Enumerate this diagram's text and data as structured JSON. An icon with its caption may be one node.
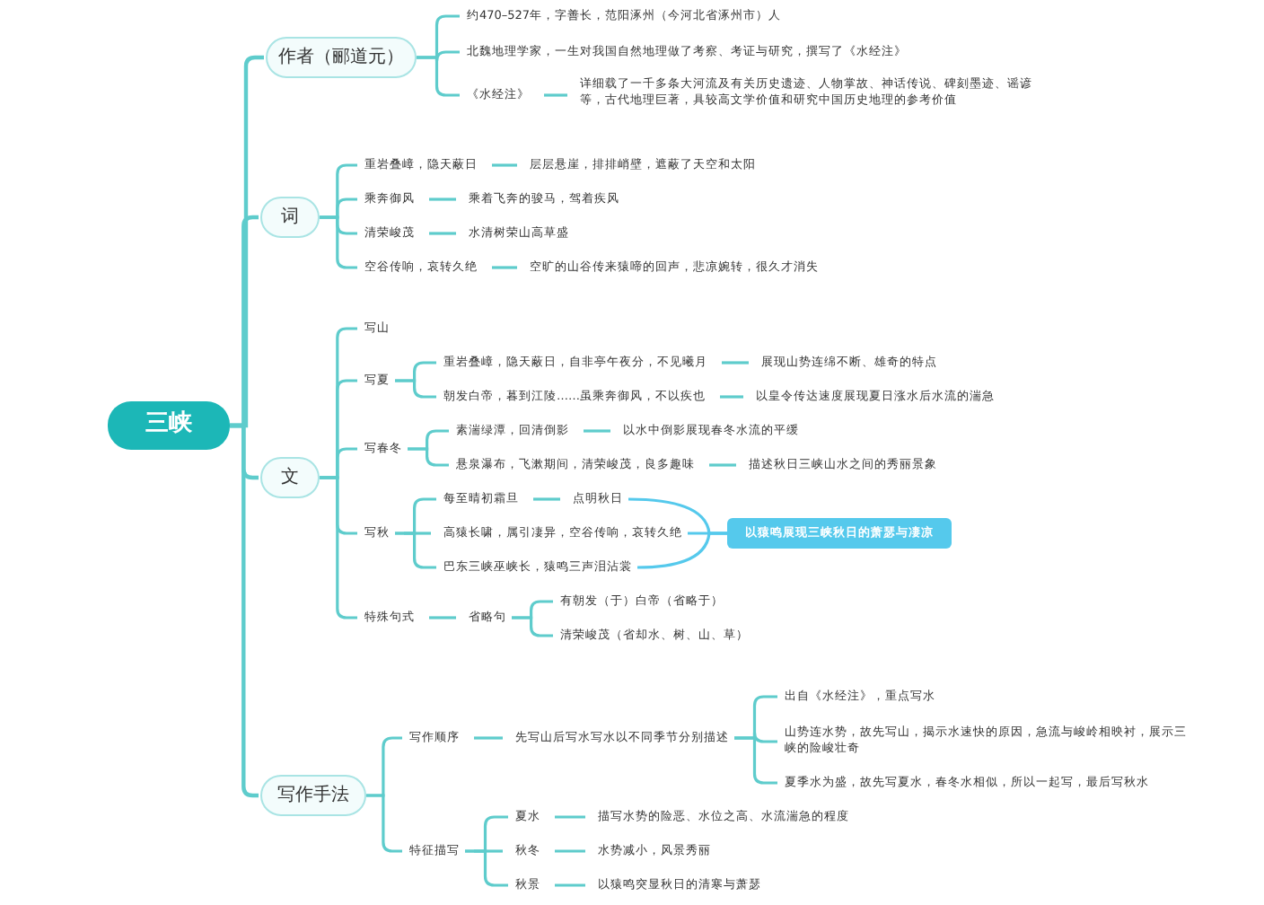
{
  "diagram": {
    "nodes": [
      {
        "text": [
          "三峡"
        ]
      },
      {
        "text": [
          "作者（郦道元）"
        ]
      },
      {
        "text": [
          "约470–527年，字善长，范阳涿州（今河北省涿州市）人"
        ]
      },
      {
        "text": [
          "北魏地理学家，一生对我国自然地理做了考察、考证与研究，撰写了《水经注》"
        ]
      },
      {
        "text": [
          "《水经注》"
        ]
      },
      {
        "text": [
          "详细载了一千多条大河流及有关历史遗迹、人物掌故、神话传说、碑刻墨迹、谣谚等，古代地理巨著，具较高文学价值和研究中国历史地理的参考价值"
        ]
      },
      {
        "text": [
          "词"
        ]
      },
      {
        "text": [
          "重岩叠嶂，隐天蔽日"
        ]
      },
      {
        "text": [
          "层层悬崖，排排峭壁，遮蔽了天空和太阳"
        ]
      },
      {
        "text": [
          "乘奔御风"
        ]
      },
      {
        "text": [
          "乘着飞奔的骏马，驾着疾风"
        ]
      },
      {
        "text": [
          "清荣峻茂"
        ]
      },
      {
        "text": [
          "水清树荣山高草盛"
        ]
      },
      {
        "text": [
          "空谷传响，哀转久绝"
        ]
      },
      {
        "text": [
          "空旷的山谷传来猿啼的回声，悲凉婉转，很久才消失"
        ]
      },
      {
        "text": [
          "文"
        ]
      },
      {
        "text": [
          "写山"
        ]
      },
      {
        "text": [
          "写夏"
        ]
      },
      {
        "text": [
          "重岩叠嶂，隐天蔽日，自非亭午夜分，不见曦月"
        ]
      },
      {
        "text": [
          "展现山势连绵不断、雄奇的特点"
        ]
      },
      {
        "text": [
          "朝发白帝，暮到江陵……虽乘奔御风，不以疾也"
        ]
      },
      {
        "text": [
          "以皇令传达速度展现夏日涨水后水流的湍急"
        ]
      },
      {
        "text": [
          "写春冬"
        ]
      },
      {
        "text": [
          "素湍绿潭，回清倒影"
        ]
      },
      {
        "text": [
          "以水中倒影展现春冬水流的平缓"
        ]
      },
      {
        "text": [
          "悬泉瀑布，飞漱期间，清荣峻茂，良多趣味"
        ]
      },
      {
        "text": [
          "描述秋日三峡山水之间的秀丽景象"
        ]
      },
      {
        "text": [
          "写秋"
        ]
      },
      {
        "text": [
          "每至晴初霜旦"
        ]
      },
      {
        "text": [
          "点明秋日"
        ]
      },
      {
        "text": [
          "高猿长啸，属引凄异，空谷传响，哀转久绝"
        ]
      },
      {
        "text": [
          "巴东三峡巫峡长，猿鸣三声泪沾裳"
        ]
      },
      {
        "text": [
          "以猿鸣展现三峡秋日的萧瑟与凄凉"
        ]
      },
      {
        "text": [
          "特殊句式"
        ]
      },
      {
        "text": [
          "省略句"
        ]
      },
      {
        "text": [
          "有朝发（于）白帝（省略于）"
        ]
      },
      {
        "text": [
          "清荣峻茂（省却水、树、山、草）"
        ]
      },
      {
        "text": [
          "写作手法"
        ]
      },
      {
        "text": [
          "写作顺序"
        ]
      },
      {
        "text": [
          "先写山后写水写水以不同季节分别描述"
        ]
      },
      {
        "text": [
          "出自《水经注》，重点写水"
        ]
      },
      {
        "text": [
          "山势连水势，故先写山，揭示水速快的原因，急流与峻岭相映衬，展示三峡的险峻壮奇"
        ]
      },
      {
        "text": [
          "夏季水为盛，故先写夏水，春冬水相似，所以一起写，最后写秋水"
        ]
      },
      {
        "text": [
          "特征描写"
        ]
      },
      {
        "text": [
          "夏水"
        ]
      },
      {
        "text": [
          "描写水势的险恶、水位之高、水流湍急的程度"
        ]
      },
      {
        "text": [
          "秋冬"
        ]
      },
      {
        "text": [
          "水势减小，风景秀丽"
        ]
      },
      {
        "text": [
          "秋景"
        ]
      },
      {
        "text": [
          "以猿鸣突显秋日的清寒与萧瑟"
        ]
      }
    ],
    "edges": [
      {
        "from": 0,
        "to": 1,
        "arrow": "none"
      },
      {
        "from": 0,
        "to": 6,
        "arrow": "none"
      },
      {
        "from": 0,
        "to": 15,
        "arrow": "none"
      },
      {
        "from": 0,
        "to": 37,
        "arrow": "none"
      },
      {
        "from": 1,
        "to": 2,
        "arrow": "none"
      },
      {
        "from": 1,
        "to": 3,
        "arrow": "none"
      },
      {
        "from": 1,
        "to": 4,
        "arrow": "none"
      },
      {
        "from": 4,
        "to": 5,
        "arrow": "none"
      },
      {
        "from": 6,
        "to": 7,
        "arrow": "none"
      },
      {
        "from": 6,
        "to": 9,
        "arrow": "none"
      },
      {
        "from": 6,
        "to": 11,
        "arrow": "none"
      },
      {
        "from": 6,
        "to": 13,
        "arrow": "none"
      },
      {
        "from": 7,
        "to": 8,
        "arrow": "none"
      },
      {
        "from": 9,
        "to": 10,
        "arrow": "none"
      },
      {
        "from": 11,
        "to": 12,
        "arrow": "none"
      },
      {
        "from": 13,
        "to": 14,
        "arrow": "none"
      },
      {
        "from": 15,
        "to": 16,
        "arrow": "none"
      },
      {
        "from": 15,
        "to": 17,
        "arrow": "none"
      },
      {
        "from": 15,
        "to": 22,
        "arrow": "none"
      },
      {
        "from": 15,
        "to": 27,
        "arrow": "none"
      },
      {
        "from": 15,
        "to": 33,
        "arrow": "none"
      },
      {
        "from": 17,
        "to": 18,
        "arrow": "none"
      },
      {
        "from": 17,
        "to": 20,
        "arrow": "none"
      },
      {
        "from": 18,
        "to": 19,
        "arrow": "none"
      },
      {
        "from": 20,
        "to": 21,
        "arrow": "none"
      },
      {
        "from": 22,
        "to": 23,
        "arrow": "none"
      },
      {
        "from": 22,
        "to": 25,
        "arrow": "none"
      },
      {
        "from": 23,
        "to": 24,
        "arrow": "none"
      },
      {
        "from": 25,
        "to": 26,
        "arrow": "none"
      },
      {
        "from": 27,
        "to": 28,
        "arrow": "none"
      },
      {
        "from": 27,
        "to": 30,
        "arrow": "none"
      },
      {
        "from": 27,
        "to": 31,
        "arrow": "none"
      },
      {
        "from": 28,
        "to": 29,
        "arrow": "none"
      },
      {
        "from": 29,
        "to": 32,
        "arrow": "none"
      },
      {
        "from": 30,
        "to": 32,
        "arrow": "none"
      },
      {
        "from": 31,
        "to": 32,
        "arrow": "none"
      },
      {
        "from": 33,
        "to": 34,
        "arrow": "none"
      },
      {
        "from": 34,
        "to": 35,
        "arrow": "none"
      },
      {
        "from": 34,
        "to": 36,
        "arrow": "none"
      },
      {
        "from": 37,
        "to": 38,
        "arrow": "none"
      },
      {
        "from": 37,
        "to": 43,
        "arrow": "none"
      },
      {
        "from": 38,
        "to": 39,
        "arrow": "none"
      },
      {
        "from": 39,
        "to": 40,
        "arrow": "none"
      },
      {
        "from": 39,
        "to": 41,
        "arrow": "none"
      },
      {
        "from": 39,
        "to": 42,
        "arrow": "none"
      },
      {
        "from": 43,
        "to": 44,
        "arrow": "none"
      },
      {
        "from": 43,
        "to": 46,
        "arrow": "none"
      },
      {
        "from": 43,
        "to": 48,
        "arrow": "none"
      },
      {
        "from": 44,
        "to": 45,
        "arrow": "none"
      },
      {
        "from": 46,
        "to": 47,
        "arrow": "none"
      },
      {
        "from": 48,
        "to": 49,
        "arrow": "none"
      }
    ]
  }
}
